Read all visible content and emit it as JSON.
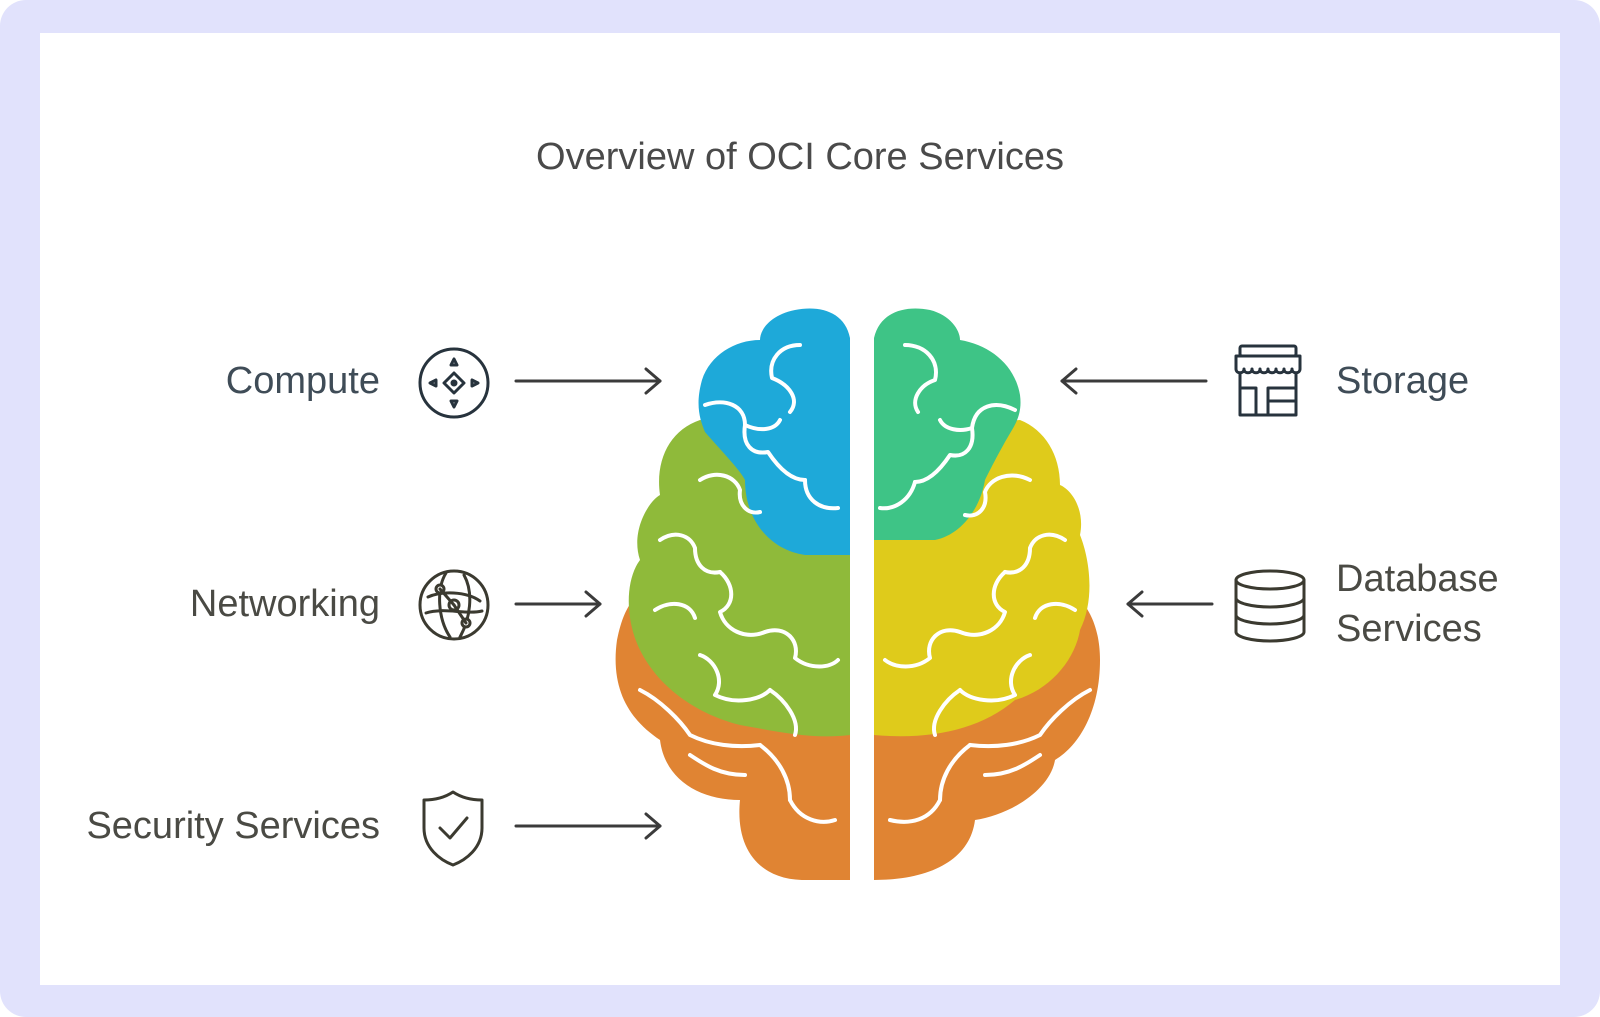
{
  "title": "Overview of OCI Core Services",
  "services": {
    "compute": {
      "label": "Compute",
      "icon": "compute-chip-icon",
      "color": "#1ea9d9"
    },
    "networking": {
      "label": "Networking",
      "icon": "network-globe-icon",
      "color": "#8fba3a"
    },
    "security": {
      "label": "Security Services",
      "icon": "shield-check-icon",
      "color": "#e08433"
    },
    "storage": {
      "label": "Storage",
      "icon": "storefront-icon",
      "color": "#3ec486"
    },
    "database": {
      "label_line1": "Database",
      "label_line2": "Services",
      "icon": "database-icon",
      "color": "#dfcb1b"
    }
  },
  "colors": {
    "frame": "#e1e2fc",
    "blue": "#1ea9d9",
    "teal": "#3ec486",
    "green": "#8fba3a",
    "yellow": "#dfcb1b",
    "orange": "#e08433"
  }
}
